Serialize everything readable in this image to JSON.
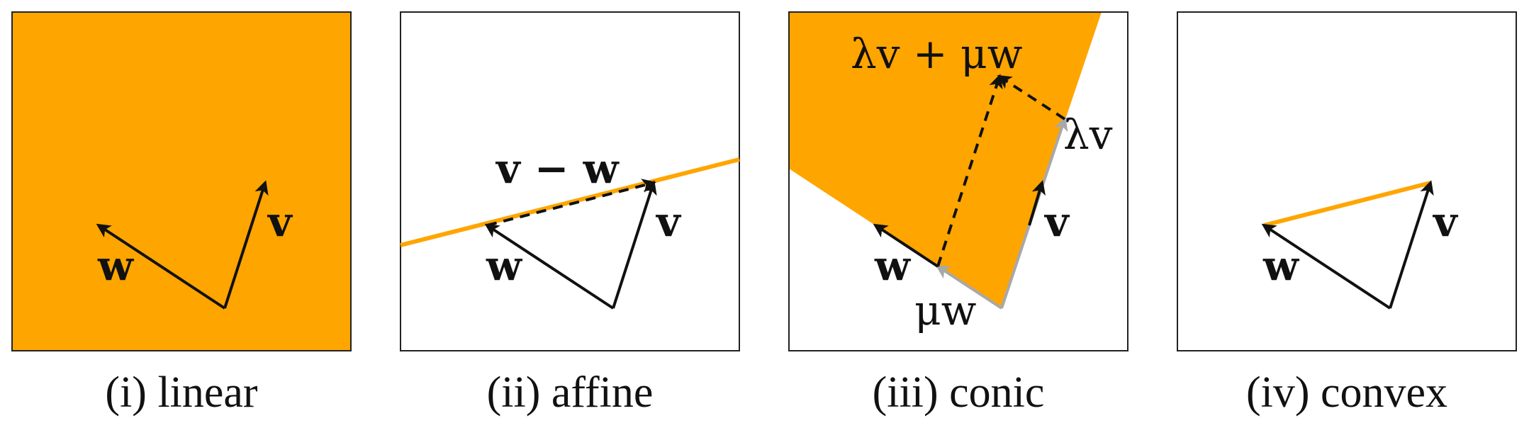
{
  "colors": {
    "fill": "#FFA500",
    "ink": "#111111",
    "gray": "#A8A8A8",
    "frame": "#222222"
  },
  "panels": [
    {
      "caption": "(i) linear",
      "labels": {
        "v": "v",
        "w": "w"
      }
    },
    {
      "caption": "(ii) affine",
      "labels": {
        "v": "v",
        "w": "w",
        "difference": "v − w"
      }
    },
    {
      "caption": "(iii) conic",
      "labels": {
        "v": "v",
        "w": "w",
        "sum": "λv + μw",
        "lambda_v": "λv",
        "mu_w": "μw"
      }
    },
    {
      "caption": "(iv) convex",
      "labels": {
        "v": "v",
        "w": "w"
      }
    }
  ]
}
